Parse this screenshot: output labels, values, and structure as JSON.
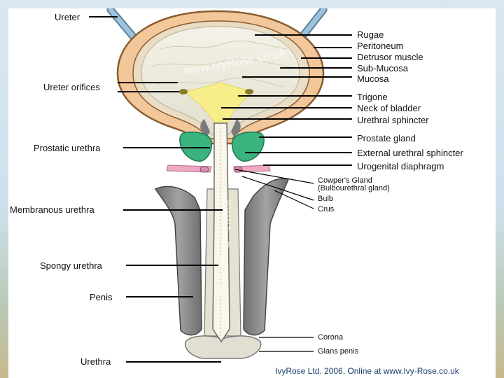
{
  "labels": {
    "ureter": "Ureter",
    "ureter_orifices": "Ureter orifices",
    "prostatic_urethra": "Prostatic urethra",
    "membranous_urethra": "Membranous urethra",
    "spongy_urethra": "Spongy urethra",
    "penis": "Penis",
    "urethra": "Urethra",
    "rugae": "Rugae",
    "peritoneum": "Peritoneum",
    "detrusor_muscle": "Detrusor muscle",
    "sub_mucosa": "Sub-Mucosa",
    "mucosa": "Mucosa",
    "trigone": "Trigone",
    "neck_of_bladder": "Neck of bladder",
    "urethral_sphincter": "Urethral sphincter",
    "prostate_gland": "Prostate gland",
    "external_urethral_sphincter": "External urethral sphincter",
    "urogenital_diaphragm": "Urogenital diaphragm",
    "cowpers_gland": "Cowper's Gland",
    "bulbourethral_gland": "(Bulbourethral gland)",
    "bulb": "Bulb",
    "crus": "Crus",
    "corona": "Corona",
    "glans_penis": "Glans penis"
  },
  "watermark": "www.IvyRose.co.uk",
  "footer": "IvyRose Ltd. 2006, Online at www.Ivy-Rose.co.uk",
  "colors": {
    "detrusor": "#f2c79a",
    "bladder_wall_outline": "#9a6a3c",
    "mucosa": "#ecebe0",
    "trigone": "#f7ee8a",
    "prostate": "#3ab37e",
    "diaphragm": "#f0a9c4",
    "erectile_tissue": "#8c8c8c",
    "ureter": "#9cc3dd"
  }
}
